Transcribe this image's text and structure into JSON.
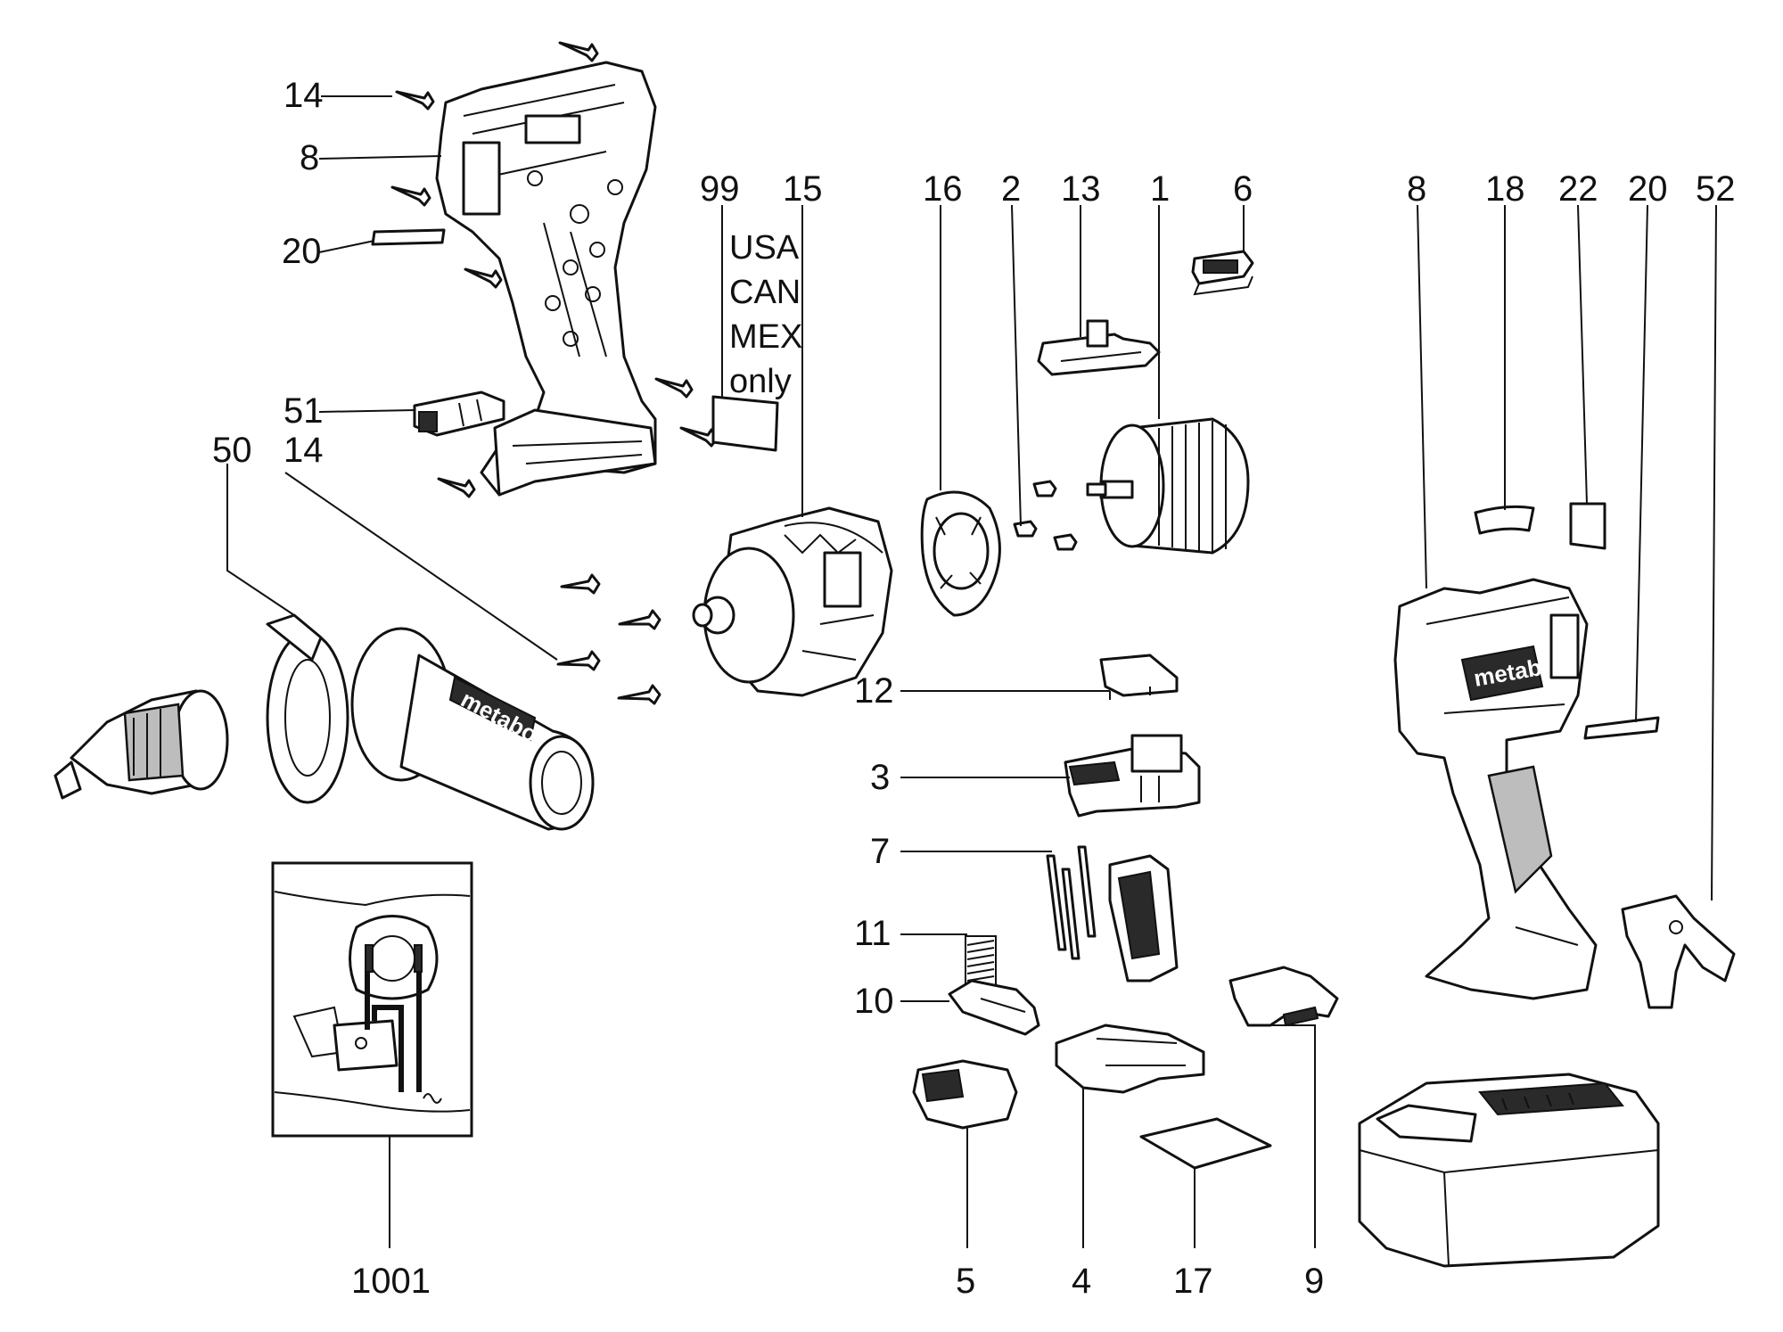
{
  "diagram": {
    "labels": {
      "l14a": "14",
      "l8a": "8",
      "l20a": "20",
      "l51": "51",
      "l50": "50",
      "l14b": "14",
      "l99": "99",
      "l15": "15",
      "l16": "16",
      "l2": "2",
      "l13": "13",
      "l1": "1",
      "l6": "6",
      "l8b": "8",
      "l18": "18",
      "l22": "22",
      "l20b": "20",
      "l52": "52",
      "l12": "12",
      "l3": "3",
      "l7": "7",
      "l11": "11",
      "l10": "10",
      "l1001": "1001",
      "l5": "5",
      "l4": "4",
      "l17": "17",
      "l9": "9"
    },
    "region_note": [
      "USA",
      "CAN",
      "MEX",
      "only"
    ],
    "logo_text": "metabo"
  }
}
